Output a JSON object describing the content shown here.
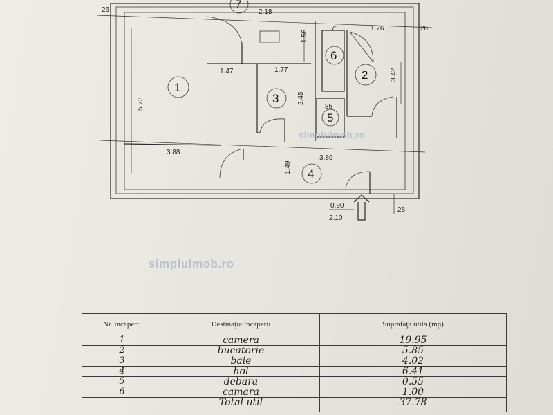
{
  "watermark": "simpluimob.ro",
  "rooms": [
    {
      "number": "1"
    },
    {
      "number": "2"
    },
    {
      "number": "3"
    },
    {
      "number": "4"
    },
    {
      "number": "5"
    },
    {
      "number": "6"
    },
    {
      "number": "7"
    }
  ],
  "dimensions": {
    "left_edge": "26",
    "right_edge": "26",
    "bottom_right": "28",
    "room1_height": "5.73",
    "room1_width": "3.88",
    "corridor_width": "2.18",
    "corridor_height": "1.56",
    "room6_width": "71",
    "room2_width": "1.76",
    "room2_height": "3.42",
    "hall_gap": "1.47",
    "room3_width": "1.77",
    "room3_height": "2.45",
    "room5_width": "85",
    "hall_width": "3.89",
    "hall_height": "1.49",
    "door_width": "0.90",
    "door_height": "2.10"
  },
  "table": {
    "headers": [
      "Nr. încăperii",
      "Destinaţia încăperii",
      "Suprafaţa utilă (mp)"
    ],
    "rows": [
      {
        "nr": "1",
        "destination": "camera",
        "area": "19.95"
      },
      {
        "nr": "2",
        "destination": "bucatorie",
        "area": "5.85"
      },
      {
        "nr": "3",
        "destination": "baie",
        "area": "4.02"
      },
      {
        "nr": "4",
        "destination": "hol",
        "area": "6.41"
      },
      {
        "nr": "5",
        "destination": "debara",
        "area": "0.55"
      },
      {
        "nr": "6",
        "destination": "camara",
        "area": "1.00"
      }
    ],
    "total_label": "Total util",
    "total_value": "37.78"
  }
}
